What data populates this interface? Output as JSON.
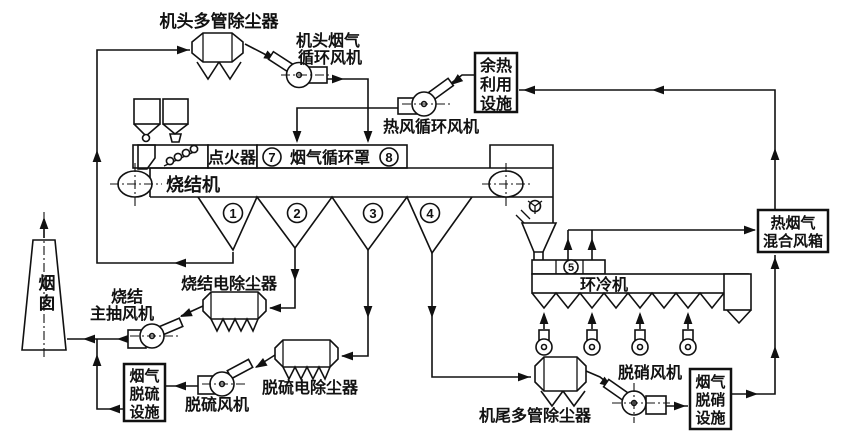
{
  "colors": {
    "line": "#111111",
    "background": "#ffffff"
  },
  "labels": {
    "head_collector": "机头多管除尘器",
    "head_fan": [
      "机头烟气",
      "循环风机"
    ],
    "waste_heat": [
      "余热",
      "利用",
      "设施"
    ],
    "hot_air_fan": "热风循环风机",
    "igniter": "点火器",
    "hood": "烟气循环罩",
    "sinter_machine": "烧结机",
    "chimney": [
      "烟",
      "囱"
    ],
    "main_fan": [
      "烧结",
      "主抽风机"
    ],
    "sinter_esp": "烧结电除尘器",
    "fgd_facility": [
      "烟气",
      "脱硫",
      "设施"
    ],
    "fgd_fan": "脱硫风机",
    "fgd_esp": "脱硫电除尘器",
    "tail_collector": "机尾多管除尘器",
    "scr_fan": "脱硝风机",
    "scr_facility": [
      "烟气",
      "脱硝",
      "设施"
    ],
    "mix_box": [
      "热烟气",
      "混合风箱"
    ],
    "cooler": "环冷机"
  },
  "numbers": {
    "wb1": "1",
    "wb2": "2",
    "wb3": "3",
    "wb4": "4",
    "cooler5": "5",
    "hood7": "7",
    "hood8": "8"
  }
}
